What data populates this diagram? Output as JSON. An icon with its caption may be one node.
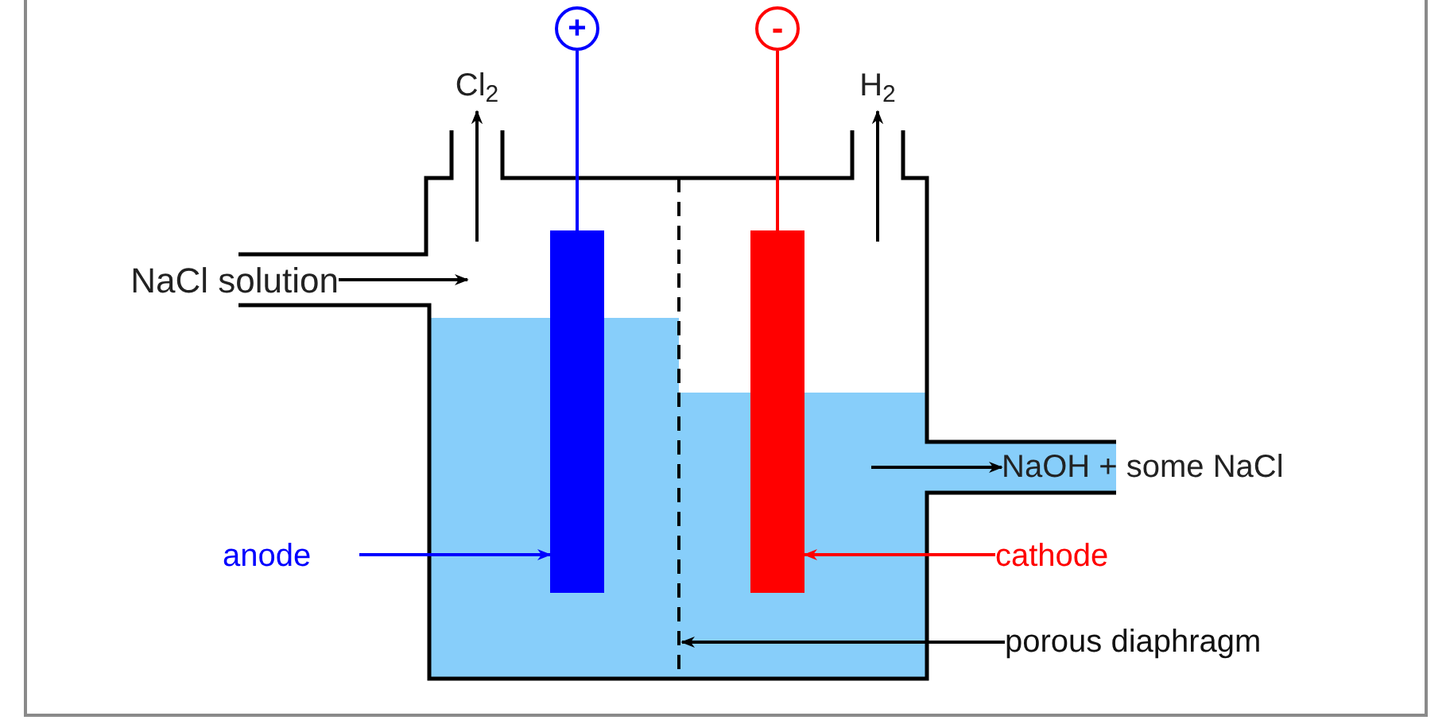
{
  "diagram": {
    "nodes": [
      {
        "text": [
          "+"
        ]
      },
      {
        "text": [
          "-"
        ]
      },
      {
        "text": [
          "Cl$_{2}$"
        ]
      },
      {
        "text": [
          "H$_{2}$"
        ]
      },
      {
        "text": [
          "NaCl solution"
        ]
      },
      {
        "text": [
          "NaOH + some NaCl"
        ]
      },
      {
        "text": [
          "anode"
        ]
      },
      {
        "text": [
          "cathode"
        ]
      },
      {
        "text": [
          "porous diaphragm"
        ]
      },
      {
        "text": [],
        "shape": "bar"
      },
      {
        "text": [],
        "shape": "line"
      },
      {
        "text": [],
        "shape": "bar"
      }
    ],
    "edges": [
      {
        "from": 0,
        "to": 9,
        "arrow": "none",
        "color": "#0000ff"
      },
      {
        "from": 1,
        "to": 11,
        "arrow": "none",
        "color": "#ff0000"
      },
      {
        "from": 6,
        "to": 9,
        "arrow": "to",
        "color": "#0000ff"
      },
      {
        "from": 7,
        "to": 11,
        "arrow": "to",
        "color": "#ff0000"
      },
      {
        "from": 8,
        "to": 10,
        "arrow": "to"
      },
      {
        "from": 4,
        "to": null,
        "arrow": "to"
      },
      {
        "from": null,
        "to": 2,
        "arrow": "to"
      },
      {
        "from": null,
        "to": 3,
        "arrow": "to"
      },
      {
        "from": null,
        "to": 5,
        "arrow": "to"
      }
    ]
  }
}
